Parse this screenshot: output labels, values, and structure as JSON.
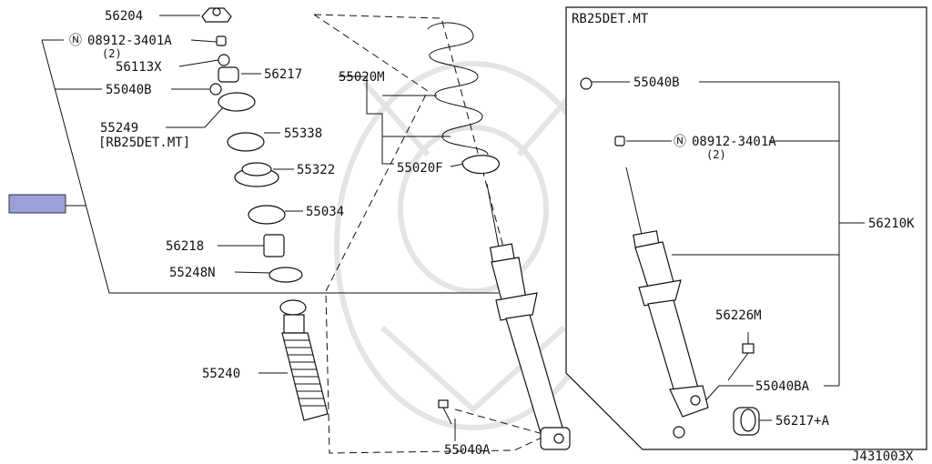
{
  "watermark_icon": "samurai-helmet-watermark",
  "inset": {
    "title": "RB25DET.MT"
  },
  "labels": {
    "p56204": "56204",
    "p08912_a": "08912-3401A",
    "p08912_a_qty": "(2)",
    "p56113x": "56113X",
    "p56217": "56217",
    "p55040b": "55040B",
    "p55249": "55249",
    "p55249_note": "[RB25DET.MT]",
    "p55338": "55338",
    "p55322": "55322",
    "p55034": "55034",
    "p56218": "56218",
    "p55248n": "55248N",
    "p55240": "55240",
    "p55020m": "55020M",
    "p55020f": "55020F",
    "p55040a": "55040A",
    "i55040b": "55040B",
    "i08912": "08912-3401A",
    "i08912_qty": "(2)",
    "i56210k": "56210K",
    "i56226m": "56226M",
    "i55040ba": "55040BA",
    "i56217a": "56217+A",
    "diagram_code": "J431003X"
  },
  "colors": {
    "highlight_box": "#9aa0d8",
    "line": "#111111"
  }
}
